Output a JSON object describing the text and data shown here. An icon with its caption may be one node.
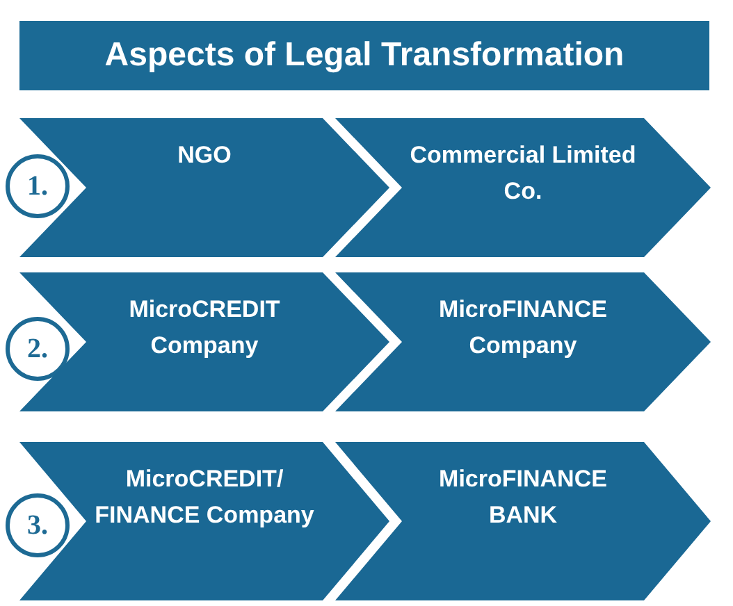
{
  "diagram": {
    "title": "Aspects of Legal Transformation",
    "nodes": [
      {
        "text": [
          "1."
        ]
      },
      {
        "text": [
          "NGO"
        ]
      },
      {
        "text": [
          "Commercial Limited Co."
        ]
      },
      {
        "text": [
          "2."
        ]
      },
      {
        "text": [
          "MicroCREDIT Company"
        ]
      },
      {
        "text": [
          "MicroFINANCE Company"
        ]
      },
      {
        "text": [
          "3."
        ]
      },
      {
        "text": [
          "MicroCREDIT/ FINANCE Company"
        ]
      },
      {
        "text": [
          "MicroFINANCE BANK"
        ]
      }
    ]
  }
}
